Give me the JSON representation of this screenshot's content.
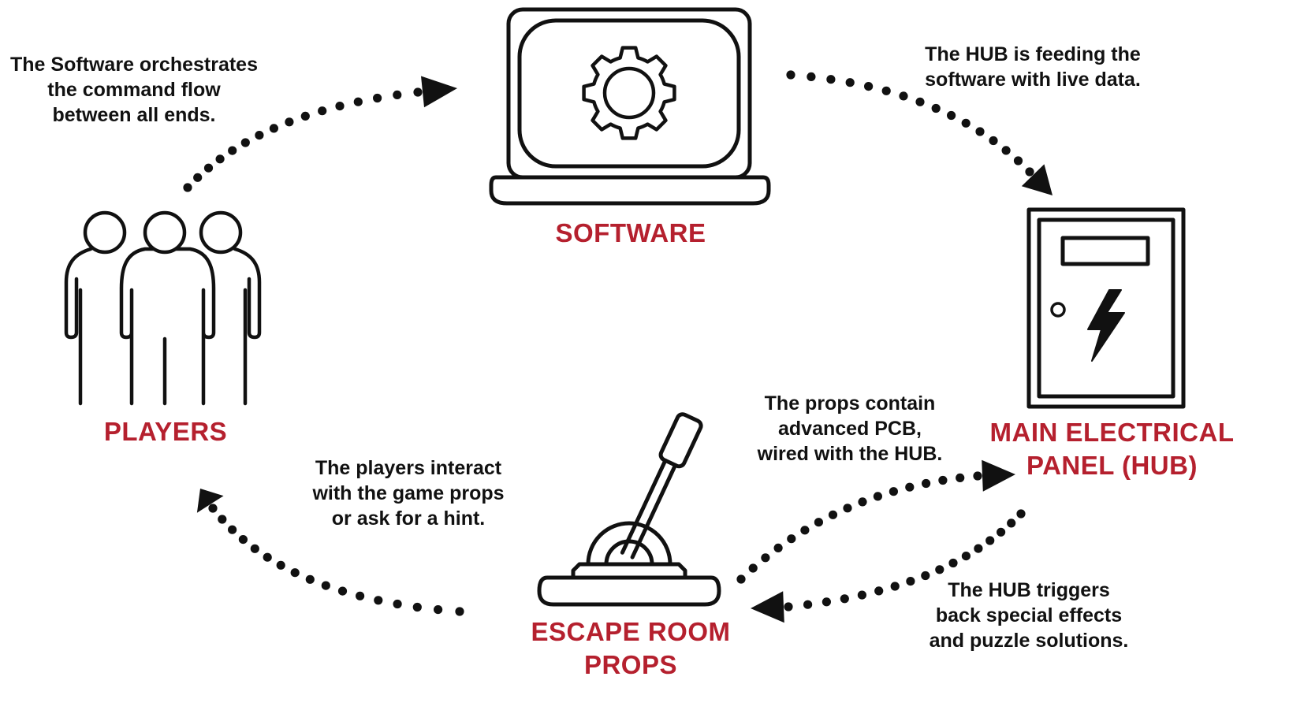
{
  "accent_color": "#b5202e",
  "nodes": {
    "software": {
      "label": "SOFTWARE",
      "icon": "laptop-gear-icon"
    },
    "hub": {
      "label_lines": [
        "MAIN ELECTRICAL",
        "PANEL (HUB)"
      ],
      "icon": "electrical-panel-icon"
    },
    "props": {
      "label_lines": [
        "ESCAPE ROOM",
        "PROPS"
      ],
      "icon": "lever-icon"
    },
    "players": {
      "label": "PLAYERS",
      "icon": "people-group-icon"
    }
  },
  "descriptions": {
    "players_to_software": [
      "The Software orchestrates",
      "the command flow",
      "between all ends."
    ],
    "software_to_hub": [
      "The HUB is feeding the",
      "software with live data."
    ],
    "props_to_hub": [
      "The props contain",
      "advanced PCB,",
      "wired with the HUB."
    ],
    "hub_to_props": [
      "The HUB triggers",
      "back special effects",
      "and puzzle solutions."
    ],
    "props_to_players": [
      "The players interact",
      "with the game props",
      "or ask for a hint."
    ]
  }
}
